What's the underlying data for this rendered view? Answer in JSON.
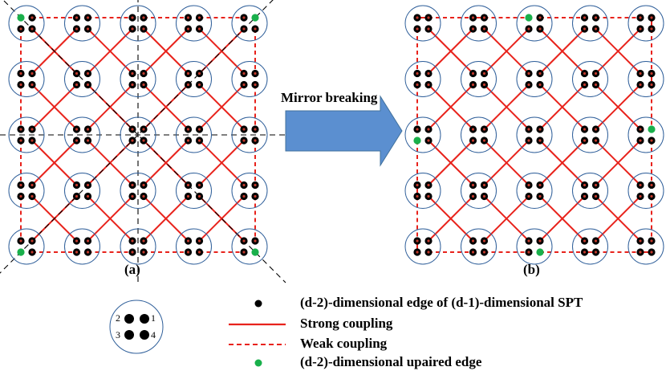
{
  "panels": {
    "a_label": "(a)",
    "b_label": "(b)"
  },
  "arrow": {
    "label": "Mirror breaking",
    "color": "#5B8FD0"
  },
  "site_key": {
    "indices": [
      "2",
      "1",
      "3",
      "4"
    ]
  },
  "legend": {
    "items": [
      {
        "marker": "black-dot",
        "text": "(d-2)-dimensional edge of (d-1)-dimensional SPT"
      },
      {
        "marker": "solid-red-line",
        "text": "Strong coupling"
      },
      {
        "marker": "dashed-red-line",
        "text": "Weak coupling"
      },
      {
        "marker": "green-dot",
        "text": "(d-2)-dimensional upaired edge"
      }
    ]
  },
  "colors": {
    "coupling": "#E8231C",
    "circle": "#2F5F9A",
    "unpaired": "#19B04B",
    "dot": "#000000",
    "dot_core": "#C0392B"
  },
  "lattice": {
    "rows": 5,
    "cols": 5
  }
}
